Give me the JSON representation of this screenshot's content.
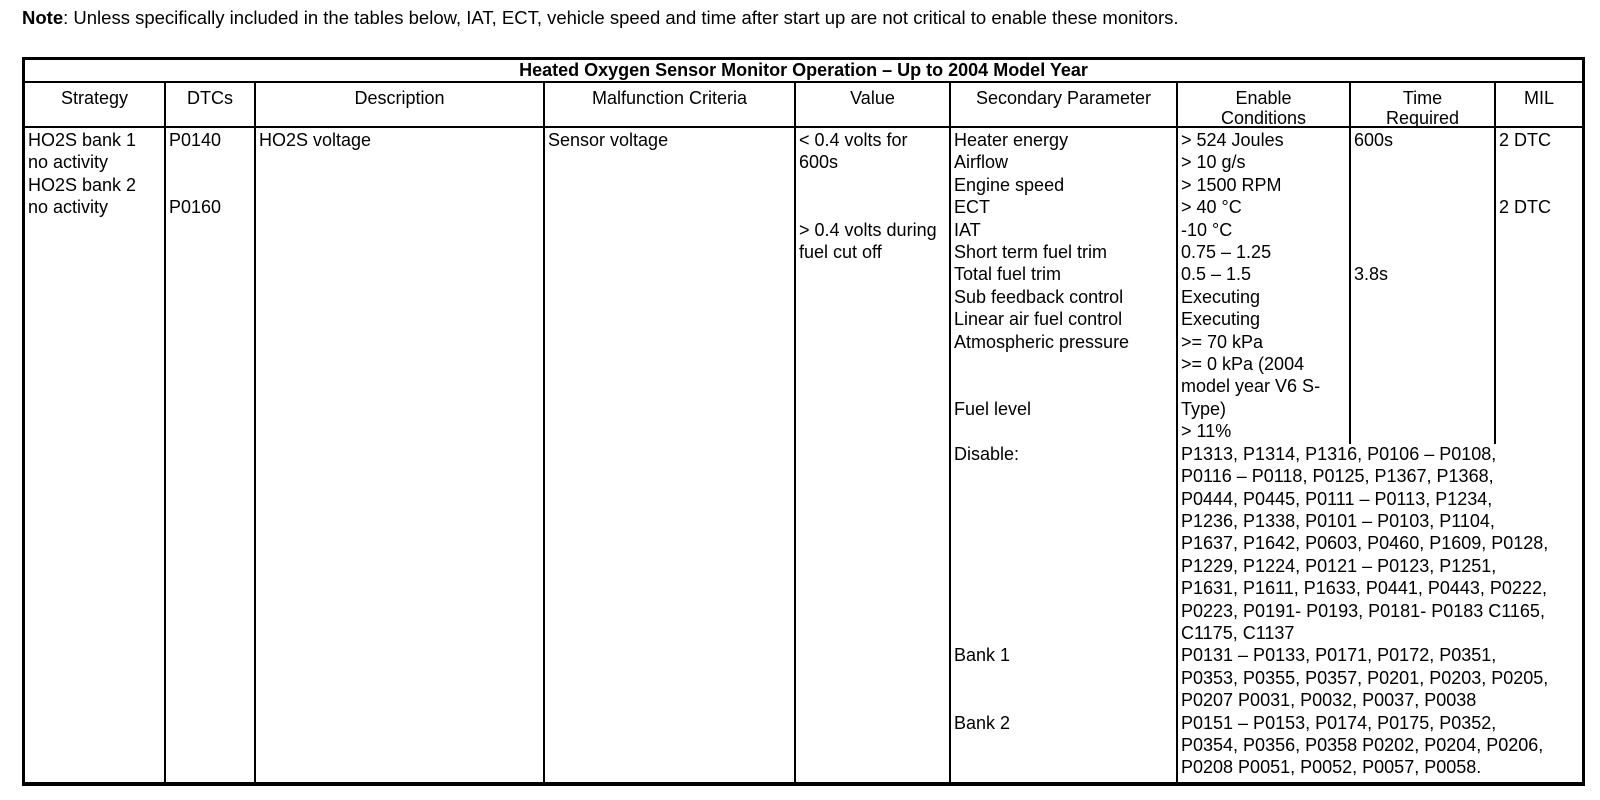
{
  "note": {
    "label": "Note",
    "text": ": Unless specifically included in the tables below, IAT, ECT, vehicle speed and time after start up are not critical to enable these monitors."
  },
  "table": {
    "title": "Heated Oxygen Sensor Monitor Operation – Up to 2004 Model Year",
    "headers": {
      "strategy": "Strategy",
      "dtcs": "DTCs",
      "description": "Description",
      "malfunction_criteria": "Malfunction Criteria",
      "value": "Value",
      "secondary_parameter": "Secondary Parameter",
      "enable_conditions": [
        "Enable",
        "Conditions"
      ],
      "time_required": [
        "Time",
        "Required"
      ],
      "mil": "MIL"
    },
    "row": {
      "strategy": [
        "HO2S bank 1",
        "no activity",
        "HO2S bank 2",
        "no activity"
      ],
      "dtcs": [
        "P0140",
        "",
        "",
        "P0160"
      ],
      "description": [
        "HO2S voltage"
      ],
      "malfunction_criteria": [
        "Sensor voltage"
      ],
      "value": [
        "< 0.4 volts for",
        "600s",
        "",
        "",
        "> 0.4 volts during",
        "fuel cut off"
      ],
      "secondary_parameter": [
        "Heater energy",
        "Airflow",
        "Engine speed",
        "ECT",
        "IAT",
        "Short term fuel trim",
        "Total fuel trim",
        "Sub feedback control",
        "Linear air fuel control",
        "Atmospheric pressure",
        "",
        "",
        "Fuel level",
        "",
        "Disable:",
        "",
        "",
        "",
        "",
        "",
        "",
        "",
        "",
        "Bank 1",
        "",
        "",
        "Bank 2"
      ],
      "enable_conditions": [
        "> 524 Joules",
        "> 10 g/s",
        "> 1500 RPM",
        "> 40 °C",
        "-10 °C",
        "0.75 – 1.25",
        "0.5 – 1.5",
        "Executing",
        "Executing",
        ">= 70 kPa",
        ">= 0 kPa (2004",
        "model year V6 S-",
        "Type)",
        "> 11%",
        "P1313, P1314, P1316, P0106 – P0108,",
        "P0116 – P0118, P0125, P1367, P1368,",
        "P0444, P0445, P0111 – P0113, P1234,",
        "P1236, P1338, P0101 – P0103, P1104,",
        "P1637, P1642, P0603, P0460, P1609, P0128,",
        "P1229, P1224, P0121 – P0123, P1251,",
        "P1631, P1611, P1633, P0441, P0443, P0222,",
        "P0223, P0191- P0193, P0181- P0183 C1165,",
        "C1175, C1137",
        "P0131 – P0133, P0171, P0172, P0351,",
        "P0353, P0355, P0357, P0201, P0203, P0205,",
        "P0207 P0031, P0032, P0037, P0038",
        "P0151 – P0153, P0174, P0175, P0352,",
        "P0354, P0356, P0358 P0202, P0204, P0206,",
        "P0208 P0051, P0052, P0057, P0058."
      ],
      "time_required": [
        "600s",
        "",
        "",
        "",
        "",
        "",
        "3.8s"
      ],
      "mil": [
        "2 DTC",
        "",
        "",
        "2 DTC"
      ]
    }
  }
}
